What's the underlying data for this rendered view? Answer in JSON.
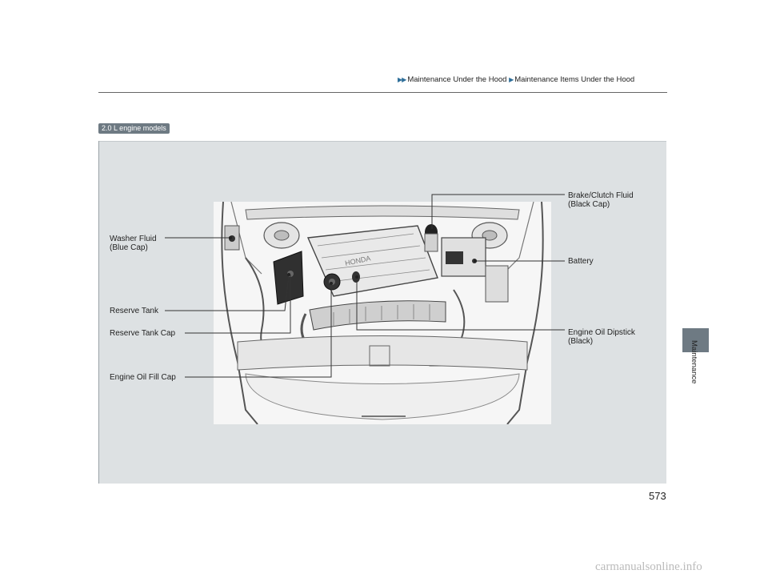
{
  "breadcrumb": {
    "part1": "Maintenance Under the Hood",
    "part2": "Maintenance Items Under the Hood"
  },
  "badge": "2.0 L engine models",
  "labels": {
    "brake_clutch_1": "Brake/Clutch Fluid",
    "brake_clutch_2": "(Black Cap)",
    "washer_1": "Washer Fluid",
    "washer_2": "(Blue Cap)",
    "battery": "Battery",
    "reserve_tank": "Reserve Tank",
    "reserve_tank_cap": "Reserve Tank Cap",
    "oil_dipstick_1": "Engine Oil Dipstick",
    "oil_dipstick_2": "(Black)",
    "oil_fill_cap": "Engine Oil Fill Cap"
  },
  "sidebar": {
    "section": "Maintenance"
  },
  "page_number": "573",
  "watermark": "carmanualsonline.info",
  "colors": {
    "panel": "#dde1e3",
    "tab": "#6e7a83",
    "arrow": "#2f6f9a"
  }
}
